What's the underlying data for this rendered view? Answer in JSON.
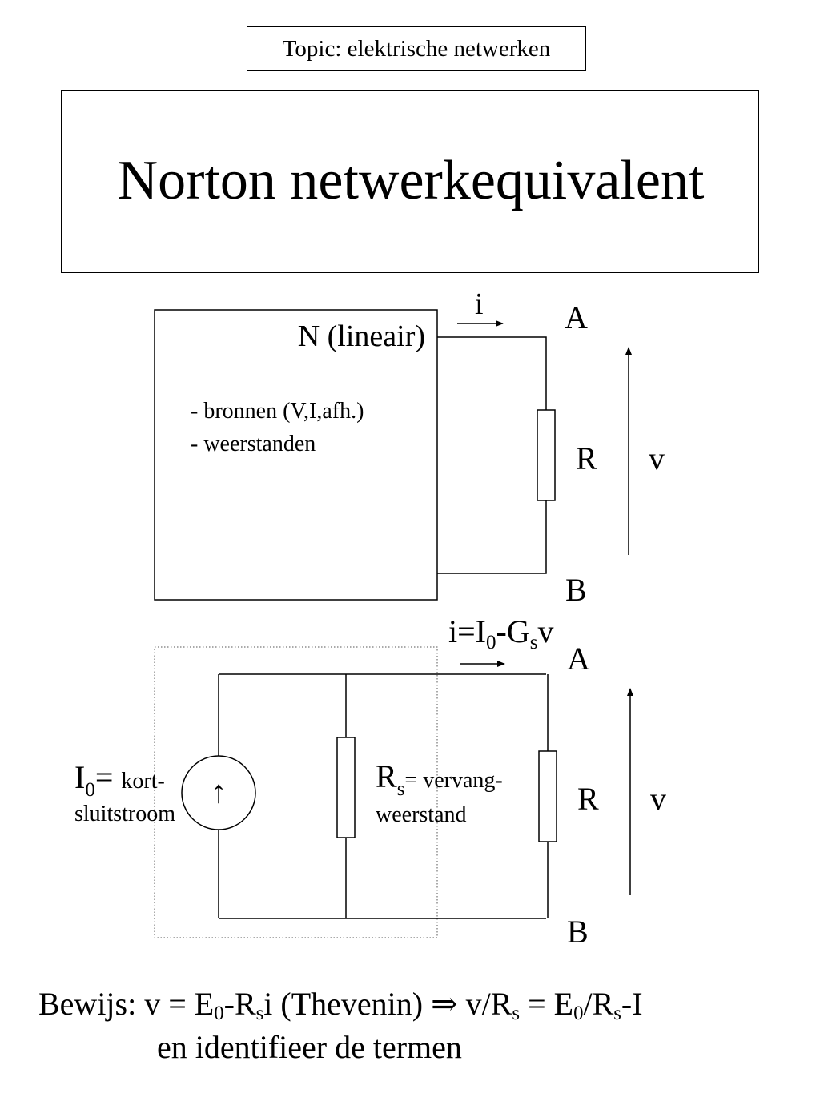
{
  "topic": "Topic: elektrische netwerken",
  "title": "Norton netwerkequivalent",
  "top_circuit": {
    "network_label": "N (lineair)",
    "contents": [
      "- bronnen (V,I,afh.)",
      "- weerstanden"
    ],
    "current_label": "i",
    "terminal_a": "A",
    "terminal_b": "B",
    "resistor_label": "R",
    "voltage_label": "v"
  },
  "bottom_circuit": {
    "current_eq": {
      "lhs": "i=I",
      "sub0": "0",
      "mid": "-G",
      "subs": "s",
      "rhs": "v"
    },
    "terminal_a": "A",
    "terminal_b": "B",
    "source_label": {
      "main": "I",
      "sub": "0",
      "eq": "= ",
      "small": "kort-",
      "line2": "sluitstroom"
    },
    "source_arrow": "↑",
    "rs_label": {
      "main": "R",
      "sub": "s",
      "rest": "= vervang-",
      "line2": "weerstand"
    },
    "resistor_label": "R",
    "voltage_label": "v"
  },
  "proof": {
    "prefix": "Bewijs: v = E",
    "s1": "0",
    "p2": "-R",
    "s2": "s",
    "p3": "i (Thevenin) ⇒ v/R",
    "s3": "s",
    "p4": " = E",
    "s4": "0",
    "p5": "/R",
    "s5": "s",
    "p6": "-I",
    "line2": "en identifieer de termen"
  }
}
